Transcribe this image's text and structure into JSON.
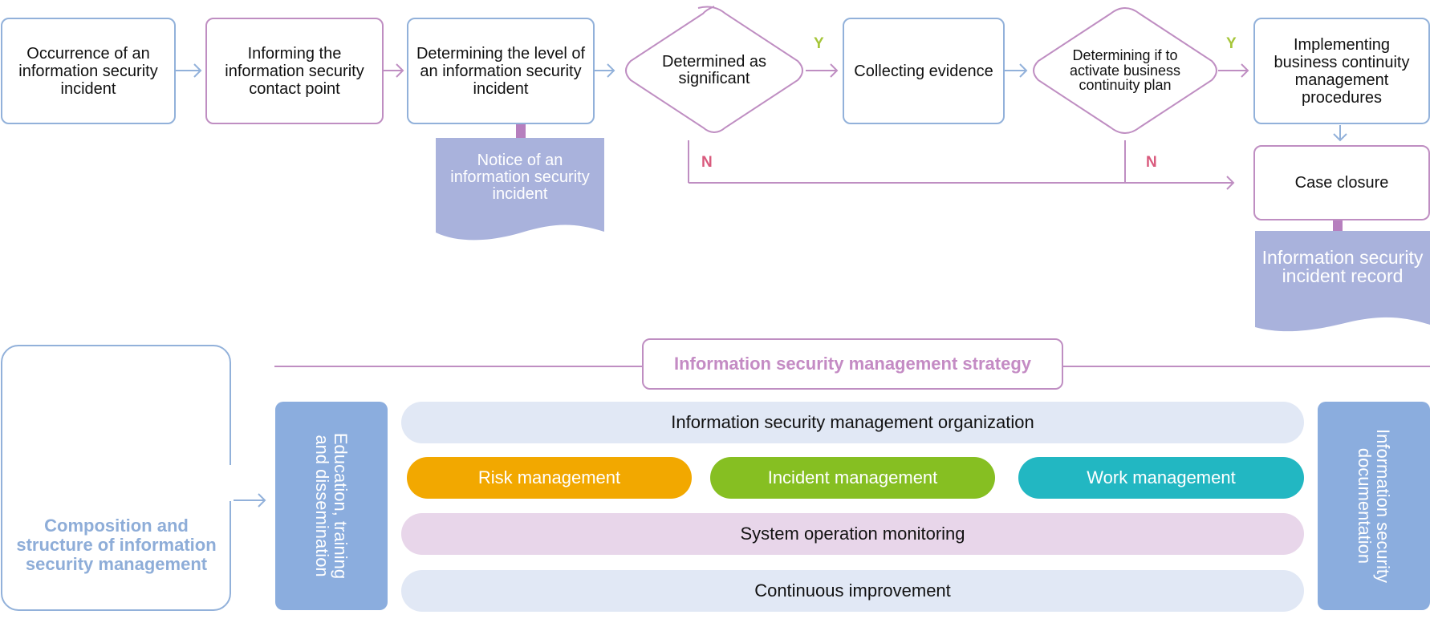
{
  "flow": {
    "occurrence": "Occurrence of an information security incident",
    "informing": "Informing the information security contact point",
    "determining_level": "Determining the level of an information security incident",
    "determined_significant": "Determined as significant",
    "collecting": "Collecting evidence",
    "determining_activate": "Determining if to activate business continuity plan",
    "implementing": "Implementing business continuity management procedures",
    "case_closure": "Case closure",
    "notice": "Notice of an information security incident",
    "record": "Information security incident record",
    "yes_label": "Y",
    "no_label": "N"
  },
  "structure": {
    "strategy": "Information security management strategy",
    "composition": "Composition and structure of information security management",
    "education": "Education, training and dissemination",
    "documentation": "Information security documentation",
    "organization": "Information security management organization",
    "risk": "Risk management",
    "incident": "Incident management",
    "work": "Work management",
    "monitoring": "System operation monitoring",
    "improvement": "Continuous improvement"
  },
  "colors": {
    "blue_border": "#92b1da",
    "purple_border": "#bf8ec2",
    "doc_fill": "#a9b2dc",
    "risk": "#f2a800",
    "incident": "#86bf22",
    "work": "#22b7c2",
    "light_blue": "#e1e8f5",
    "light_purple": "#e8d6ea",
    "bar_blue": "#8badde"
  },
  "icons": {
    "folder_security": "folder-shield-lock-icon"
  }
}
